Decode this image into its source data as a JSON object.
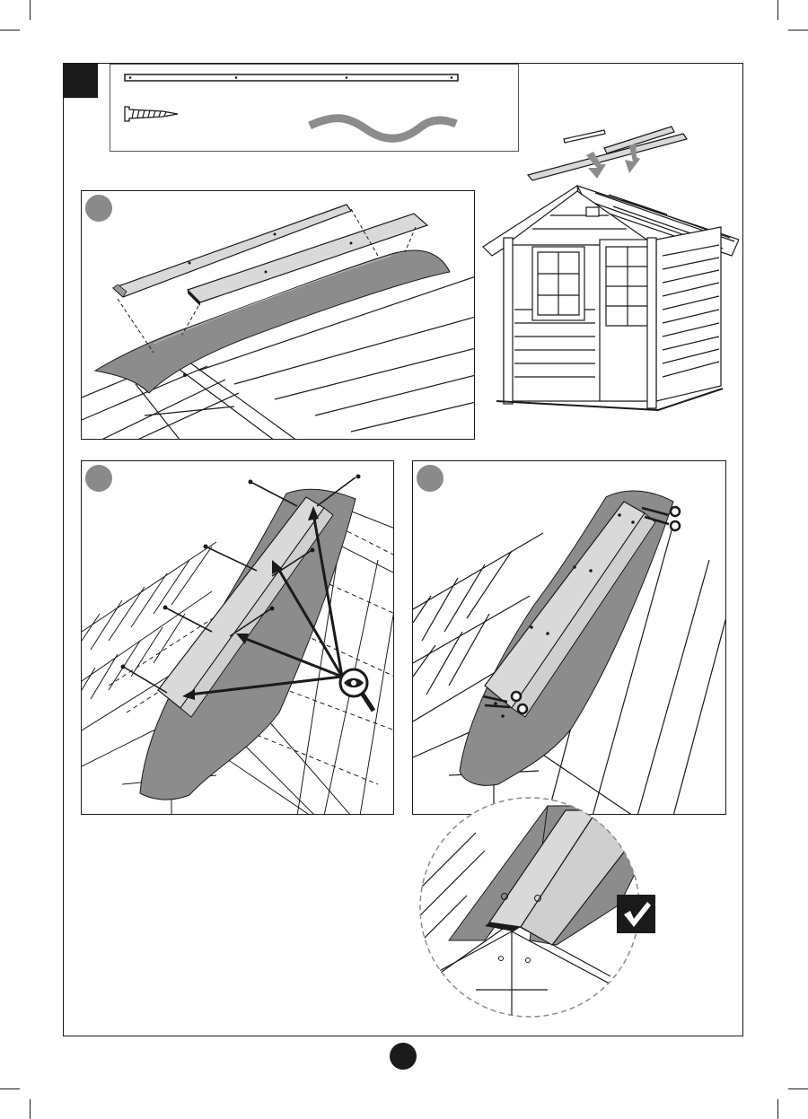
{
  "page": {
    "step_number": "",
    "page_number": ""
  },
  "parts": {
    "items": [
      {
        "icon": "ridge-strip-part-icon"
      },
      {
        "icon": "screw-icon"
      },
      {
        "icon": "roofing-felt-strip-icon"
      }
    ]
  },
  "panels": [
    {
      "id": "a",
      "badge": "",
      "icon": "ridge-assembly-exploded-icon"
    },
    {
      "id": "b",
      "badge": "",
      "icon": "ridge-screwing-icon"
    },
    {
      "id": "c",
      "badge": "",
      "icon": "felt-trimming-icon"
    }
  ],
  "overview": {
    "icon": "playhouse-roof-overview-icon"
  },
  "detail": {
    "icon": "ridge-detail-zoom-icon",
    "check_icon": "checkmark-icon"
  },
  "colors": {
    "ink": "#1a1a1a",
    "badge": "#8a8a8a",
    "felt": "#8c8c8c",
    "light_wood": "#d9d9d9"
  }
}
